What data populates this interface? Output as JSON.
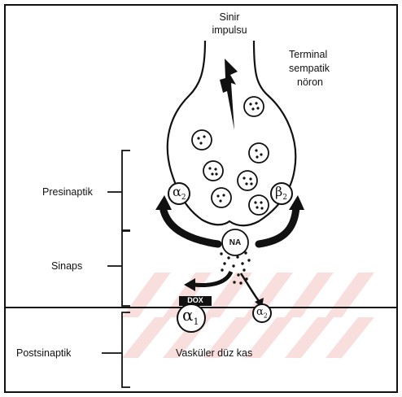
{
  "labels": {
    "impulse_line1": "Sinir",
    "impulse_line2": "impulsu",
    "neuron_line1": "Terminal",
    "neuron_line2": "sempatik",
    "neuron_line3": "nöron",
    "presynaptic": "Presinaptik",
    "synapse": "Sinaps",
    "postsynaptic": "Postsinaptik",
    "muscle": "Vasküler düz kas"
  },
  "receptors": {
    "pre_alpha": "α",
    "pre_alpha_sub": "2",
    "pre_beta": "β",
    "pre_beta_sub": "2",
    "post_alpha1": "α",
    "post_alpha1_sub": "1",
    "post_alpha2": "α",
    "post_alpha2_sub": "2"
  },
  "transmitter": "NA",
  "dox_label": "DOX",
  "colors": {
    "ink": "#111111",
    "watermark": "#f8d4d4"
  }
}
